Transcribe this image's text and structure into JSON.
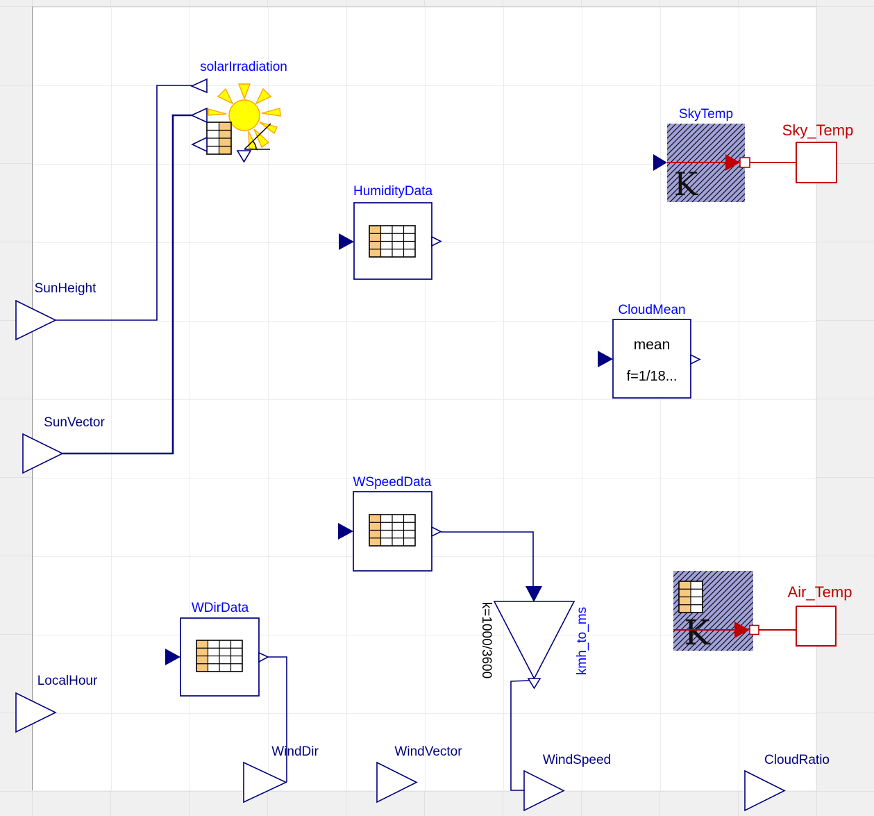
{
  "components": {
    "solarIrradiation": {
      "label": "solarIrradiation"
    },
    "HumidityData": {
      "label": "HumidityData"
    },
    "SkyTemp": {
      "label": "SkyTemp",
      "unit": "K"
    },
    "CloudMean": {
      "label": "CloudMean",
      "text1": "mean",
      "text2": "f=1/18..."
    },
    "WSpeedData": {
      "label": "WSpeedData"
    },
    "WDirData": {
      "label": "WDirData"
    },
    "kmh_to_ms": {
      "label": "kmh_to_ms",
      "gain": "k=1000/3600"
    },
    "AirTempConvert": {
      "unit": "K"
    }
  },
  "ports": {
    "SunHeight": {
      "label": "SunHeight"
    },
    "SunVector": {
      "label": "SunVector"
    },
    "LocalHour": {
      "label": "LocalHour"
    },
    "WindDir": {
      "label": "WindDir"
    },
    "WindVector": {
      "label": "WindVector"
    },
    "WindSpeed": {
      "label": "WindSpeed"
    },
    "CloudRatio": {
      "label": "CloudRatio"
    },
    "Sky_Temp": {
      "label": "Sky_Temp"
    },
    "Air_Temp": {
      "label": "Air_Temp"
    }
  },
  "colors": {
    "connection_navy": "#000080",
    "component_name_blue": "#0000ff",
    "signal_red": "#c00000",
    "table_orange": "#f7c87e",
    "hatch_fill": "#a1a1d9",
    "sun_yellow": "#ffff00",
    "sun_ray_stroke": "#ffa500",
    "canvas_white": "#ffffff",
    "margin_gray": "#f0f0f0"
  }
}
